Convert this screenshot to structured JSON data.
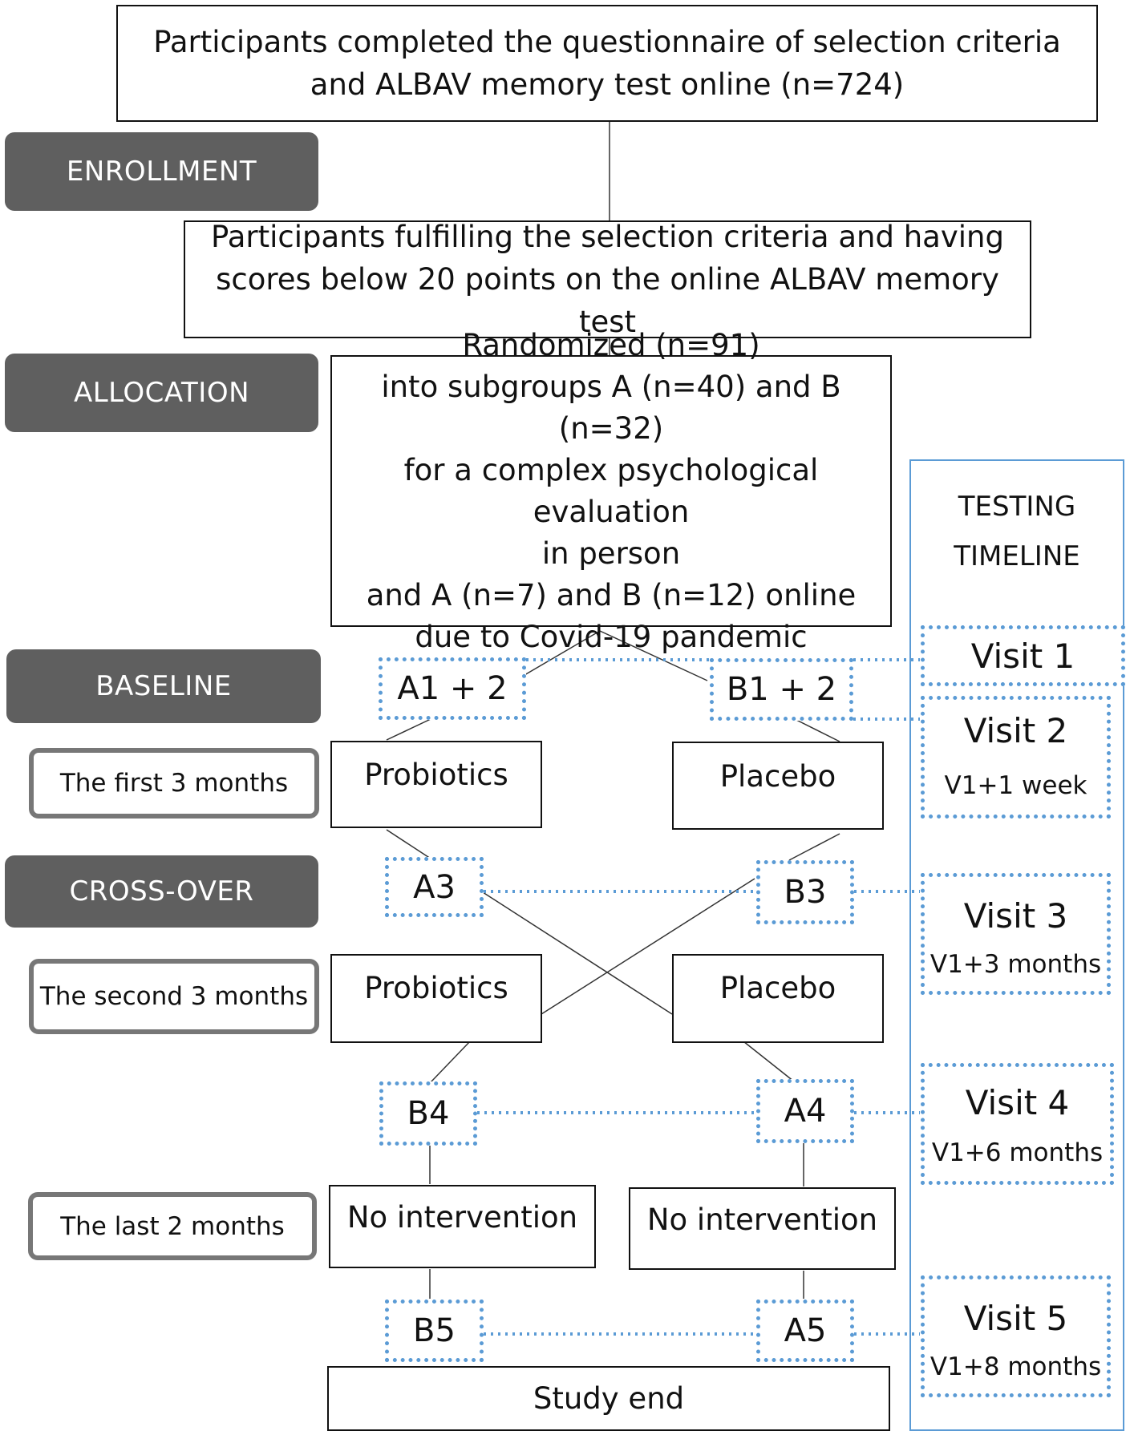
{
  "top_box": "Participants completed the questionnaire of selection criteria and ALBAV memory test online (n=724)",
  "selection_box": "Participants fulfilling the selection criteria and having scores below 20 points on the online ALBAV memory test",
  "randomized_box": [
    "Randomized (n=91)",
    "into subgroups A (n=40) and B (n=32)",
    "for a complex psychological evaluation",
    "in person",
    "and A (n=7) and B (n=12) online",
    "due to  Covid-19 pandemic"
  ],
  "stages": {
    "enrollment": "ENROLLMENT",
    "allocation": "ALLOCATION",
    "baseline": "BASELINE",
    "crossover": "CROSS-OVER"
  },
  "periods": {
    "first": "The first 3 months",
    "second": "The second 3 months",
    "last": "The last 2 months"
  },
  "nodes": {
    "a12": "A1 + 2",
    "b12": "B1 + 2",
    "a3": "A3",
    "b3": "B3",
    "b4": "B4",
    "a4": "A4",
    "b5": "B5",
    "a5": "A5"
  },
  "treatments": {
    "probiotics_1": "Probiotics",
    "placebo_1": "Placebo",
    "probiotics_2": "Probiotics",
    "placebo_2": "Placebo",
    "no_intervention_left": "No intervention",
    "no_intervention_right": "No intervention"
  },
  "study_end": "Study end",
  "timeline": {
    "title_line1": "TESTING",
    "title_line2": "TIMELINE",
    "visits": [
      {
        "name": "Visit 1",
        "sub": ""
      },
      {
        "name": "Visit 2",
        "sub": "V1+1 week"
      },
      {
        "name": "Visit 3",
        "sub": "V1+3 months"
      },
      {
        "name": "Visit 4",
        "sub": "V1+6 months"
      },
      {
        "name": "Visit 5",
        "sub": "V1+8 months"
      }
    ]
  },
  "colors": {
    "stage_fill": "#5f5f5f",
    "period_border": "#777777",
    "timeline_blue": "#5b9bd5"
  }
}
